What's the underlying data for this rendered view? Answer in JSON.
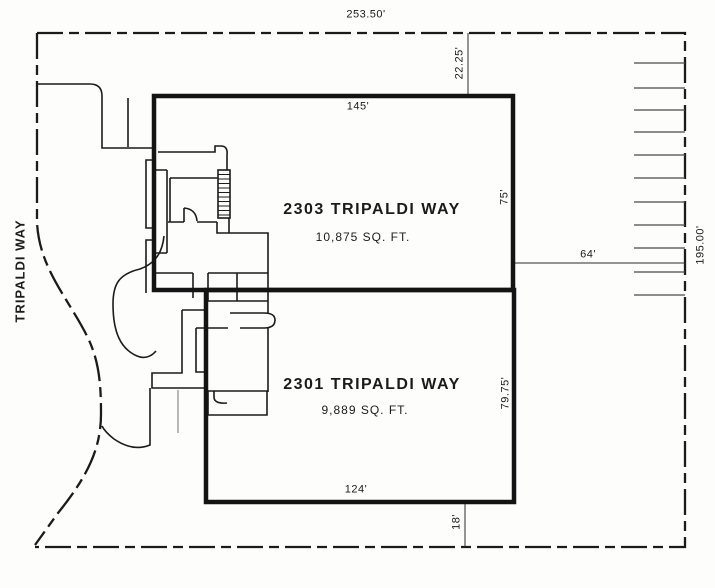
{
  "plan": {
    "street": {
      "label": "TRIPALDI WAY"
    },
    "site": {
      "top_dim": "253.50'",
      "top_offset_dim": "22.25'",
      "right_dim": "195.00'",
      "east_gap_dim": "64'",
      "bottom_offset_dim": "18'"
    },
    "buildings": [
      {
        "name": "2303 TRIPALDI WAY",
        "area_label": "10,875 SQ. FT.",
        "front_dim": "145'",
        "side_dim": "75'"
      },
      {
        "name": "2301 TRIPALDI WAY",
        "area_label": "9,889 SQ. FT.",
        "front_dim": "124'",
        "side_dim": "79.75'"
      }
    ],
    "parking_stall_count": 11
  }
}
